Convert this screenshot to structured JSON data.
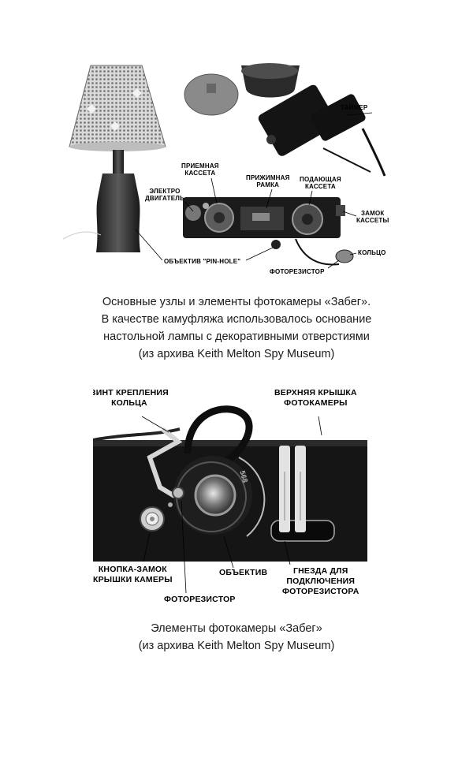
{
  "figure1": {
    "labels": {
      "timer": "ТАЙМЕР",
      "receiving_cassette": "ПРИЕМНАЯ\nКАССЕТА",
      "pressure_frame": "ПРИЖИМНАЯ\nРАМКА",
      "feeding_cassette": "ПОДАЮЩАЯ\nКАССЕТА",
      "electric_motor": "ЭЛЕКТРО\nДВИГАТЕЛЬ",
      "cassette_lock": "ЗАМОК\nКАССЕТЫ",
      "ring": "КОЛЬЦО",
      "pinhole_lens": "ОБЪЕКТИВ \"PIN-HOLE\"",
      "photoresistor": "ФОТОРЕЗИСТОР"
    },
    "caption_lines": [
      "Основные узлы и элементы фотокамеры «Забег».",
      "В качестве камуфляжа использовалось основание",
      "настольной лампы с декоративными отверстиями",
      "(из архива Keith Melton Spy Museum)"
    ]
  },
  "figure2": {
    "labels": {
      "ring_screw": "ВИНТ КРЕПЛЕНИЯ\nКОЛЬЦА",
      "top_cover": "ВЕРХНЯЯ КРЫШКА\nФОТОКАМЕРЫ",
      "lock_button": "КНОПКА-ЗАМОК\nКРЫШКИ КАМЕРЫ",
      "lens": "ОБЪЕКТИВ",
      "sockets": "ГНЕЗДА ДЛЯ\nПОДКЛЮЧЕНИЯ\nФОТОРЕЗИСТОРА",
      "photoresistor": "ФОТОРЕЗИСТОР",
      "dial_digits": "568"
    },
    "caption_lines": [
      "Элементы фотокамеры «Забег»",
      "(из архива Keith Melton Spy Museum)"
    ]
  }
}
